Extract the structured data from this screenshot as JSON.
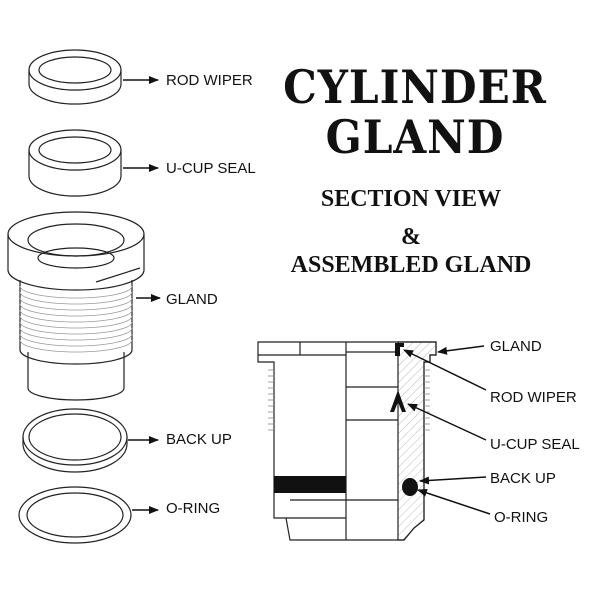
{
  "title": {
    "line1": "CYLINDER",
    "line2": "GLAND"
  },
  "subtitle": {
    "line1": "SECTION VIEW",
    "line2": "&",
    "line3": "ASSEMBLED GLAND"
  },
  "exploded_labels": {
    "rod_wiper": "ROD WIPER",
    "u_cup_seal": "U-CUP SEAL",
    "gland": "GLAND",
    "back_up": "BACK UP",
    "o_ring": "O-RING"
  },
  "section_labels": {
    "gland": "GLAND",
    "rod_wiper": "ROD WIPER",
    "u_cup_seal": "U-CUP SEAL",
    "back_up": "BACK UP",
    "o_ring": "O-RING"
  },
  "colors": {
    "line": "#222222",
    "seal": "#111111",
    "background": "#ffffff"
  }
}
